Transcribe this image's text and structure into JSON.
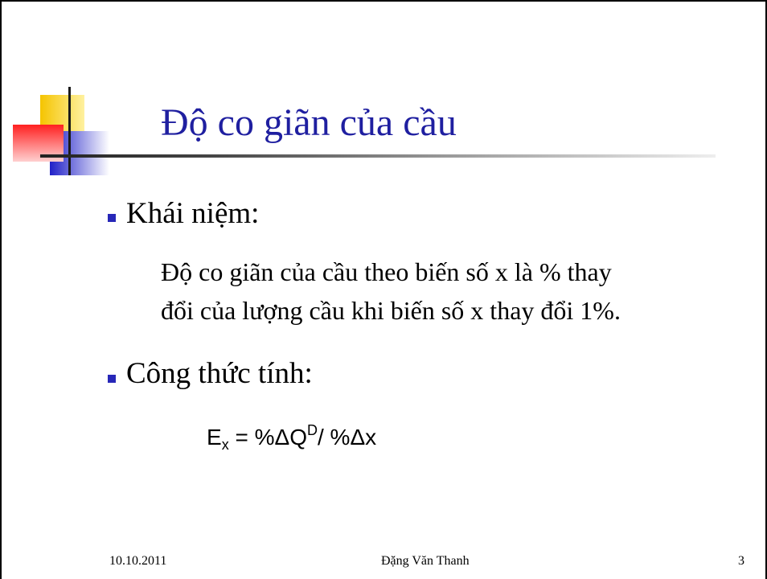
{
  "slide": {
    "title": "Độ co giãn của cầu",
    "bullets": [
      {
        "heading": "Khái niệm:",
        "body_lines": [
          "Độ co giãn của cầu theo biến số x là % thay",
          "đổi của lượng cầu khi biến số x thay đổi 1%."
        ]
      },
      {
        "heading": "Công thức tính:"
      }
    ],
    "formula": {
      "lhs": "E",
      "lhs_sub": "x",
      "eq": " = %ΔQ",
      "sup": "D",
      "rhs": "/ %Δx"
    }
  },
  "footer": {
    "date": "10.10.2011",
    "author": "Đặng Văn Thanh",
    "page": "3"
  },
  "colors": {
    "title": "#1f1fa0",
    "bullet": "#2727b8",
    "logo_yellow": "#f5c400",
    "logo_blue": "#2020c8",
    "logo_red": "#ff2020"
  }
}
